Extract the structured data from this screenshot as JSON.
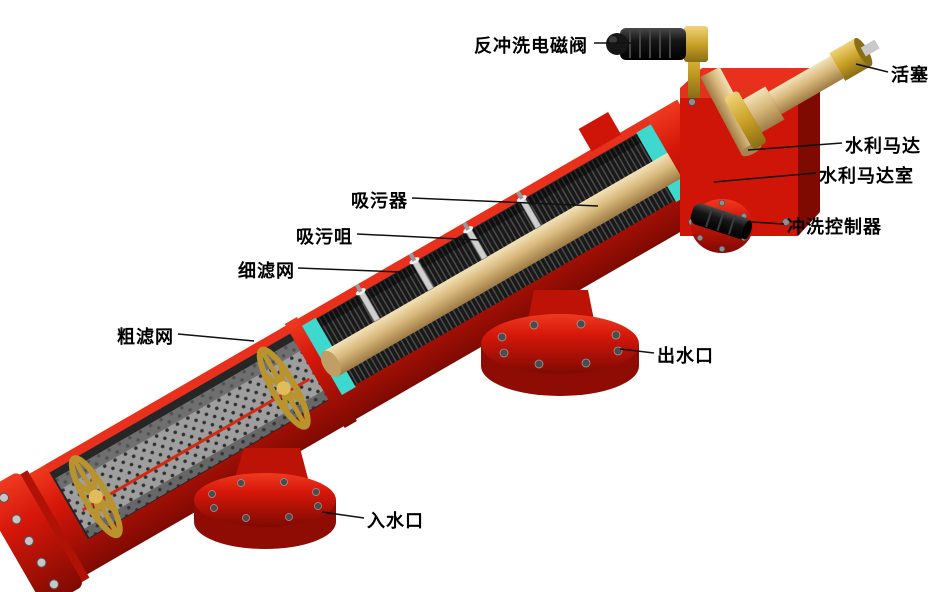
{
  "diagram": {
    "subject": "self-cleaning water filter cutaway diagram",
    "background": "#ffffff"
  },
  "colors": {
    "body_red": "#cf1508",
    "body_red_light": "#e8301c",
    "body_red_dark": "#8e0c04",
    "cut_face_cyan": "#3ed8ce",
    "pipe_tan": "#d9b97d",
    "brass_gold": "#d4af37",
    "screen_dark_gray": "#191919",
    "perforated_gray": "#9e9e9e",
    "valve_black": "#141414",
    "center_line_red": "#d42b10",
    "label_text": "#000000"
  },
  "labels": {
    "solenoid": {
      "text": "反冲洗电磁阀"
    },
    "piston": {
      "text": "活塞"
    },
    "hydraulic_motor": {
      "text": "水利马达"
    },
    "hydraulic_motor_chamber": {
      "text": "水利马达室"
    },
    "flush_controller": {
      "text": "冲洗控制器"
    },
    "dirt_collector": {
      "text": "吸污器"
    },
    "suction_nozzle": {
      "text": "吸污咀"
    },
    "fine_screen": {
      "text": "细滤网"
    },
    "coarse_screen": {
      "text": "粗滤网"
    },
    "water_outlet": {
      "text": "出水口"
    },
    "water_inlet": {
      "text": "入水口"
    }
  }
}
